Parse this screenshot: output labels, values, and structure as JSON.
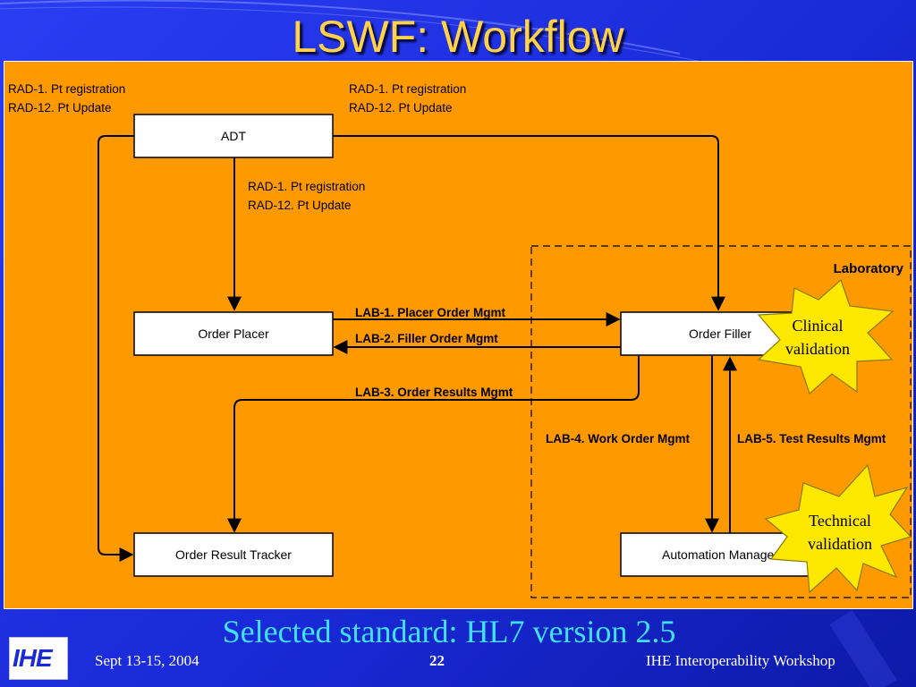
{
  "slide": {
    "title": "LSWF: Workflow",
    "subtitle": "Selected standard: HL7 version 2.5"
  },
  "diagram": {
    "nodes": {
      "adt": "ADT",
      "order_placer": "Order Placer",
      "order_filler": "Order Filler",
      "order_result_tracker": "Order Result Tracker",
      "automation_manager": "Automation Manager"
    },
    "labels": {
      "adt_to_tracker_1": "RAD-1. Pt registration",
      "adt_to_tracker_2": "RAD-12. Pt Update",
      "adt_to_filler_1": "RAD-1. Pt registration",
      "adt_to_filler_2": "RAD-12. Pt Update",
      "adt_to_placer_1": "RAD-1. Pt registration",
      "adt_to_placer_2": "RAD-12. Pt Update",
      "lab1": "LAB-1. Placer Order Mgmt",
      "lab2": "LAB-2. Filler Order Mgmt",
      "lab3": "LAB-3. Order Results Mgmt",
      "lab4": "LAB-4. Work Order Mgmt",
      "lab5": "LAB-5. Test Results Mgmt"
    },
    "laboratory": "Laboratory",
    "burst_clinical_1": "Clinical",
    "burst_clinical_2": "validation",
    "burst_technical_1": "Technical",
    "burst_technical_2": "validation",
    "colors": {
      "panel": "#ff9900",
      "burst": "#ffe800",
      "slide_background": "#1a2ad8",
      "title": "#ffd24a",
      "subtitle": "#40e0ff"
    }
  },
  "footer": {
    "logo": "IHE",
    "date": "Sept 13-15, 2004",
    "page": "22",
    "event": "IHE Interoperability Workshop"
  }
}
